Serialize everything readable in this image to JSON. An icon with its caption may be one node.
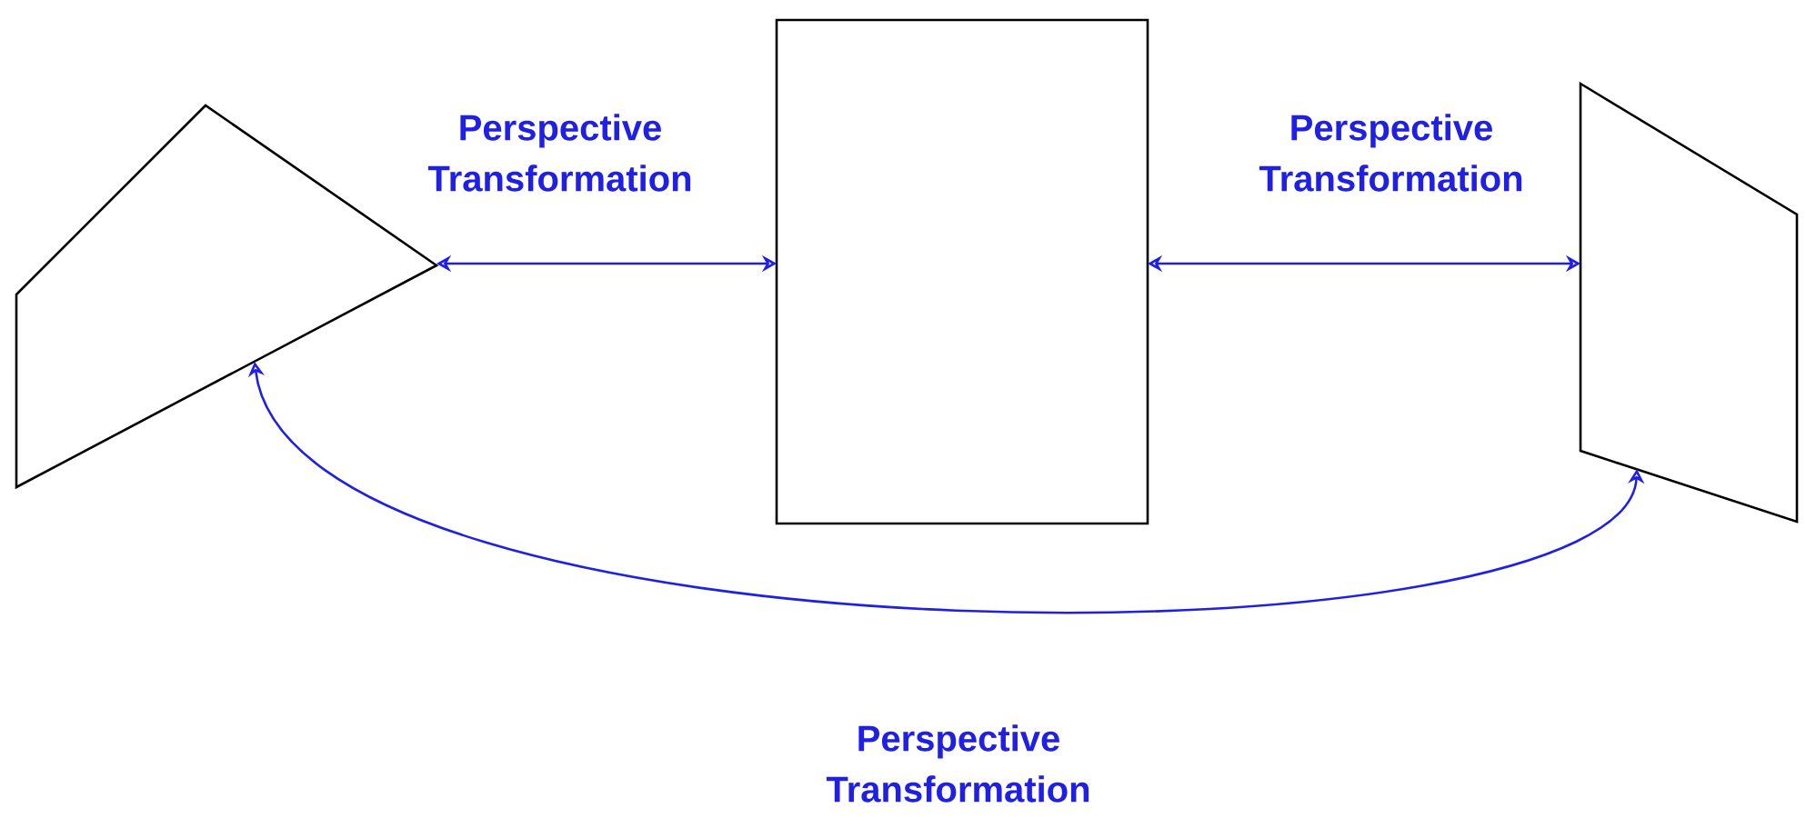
{
  "diagram": {
    "nodes": [
      {
        "text": [],
        "shape": "quadrilateral"
      },
      {
        "text": [],
        "shape": "box"
      },
      {
        "text": [],
        "shape": "quadrilateral"
      }
    ],
    "edges": [
      {
        "from": 0,
        "to": 1,
        "arrow": "both",
        "label": "Perspective Transformation"
      },
      {
        "from": 1,
        "to": 2,
        "arrow": "both",
        "label": "Perspective Transformation"
      },
      {
        "from": 0,
        "to": 2,
        "arrow": "both",
        "label": "Perspective Transformation"
      }
    ]
  }
}
